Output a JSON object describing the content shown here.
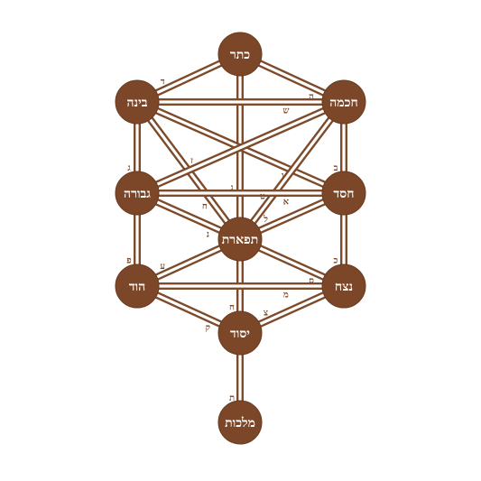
{
  "colors": {
    "primary": "#7b4728",
    "background": "#ffffff"
  },
  "sefirot": [
    {
      "id": "keter",
      "label": "כתר"
    },
    {
      "id": "binah",
      "label": "בינה"
    },
    {
      "id": "chokhmah",
      "label": "חכמה"
    },
    {
      "id": "gevurah",
      "label": "גבורה"
    },
    {
      "id": "chesed",
      "label": "חסד"
    },
    {
      "id": "tiferet",
      "label": "תפארת"
    },
    {
      "id": "hod",
      "label": "הוד"
    },
    {
      "id": "netzach",
      "label": "נצח"
    },
    {
      "id": "yesod",
      "label": "יסוד"
    },
    {
      "id": "malkhut",
      "label": "מלכות"
    }
  ],
  "paths": [
    {
      "from": "keter",
      "to": "chokhmah",
      "letter": "ה"
    },
    {
      "from": "keter",
      "to": "binah",
      "letter": "ד"
    },
    {
      "from": "keter",
      "to": "tiferet",
      "letter": "ג"
    },
    {
      "from": "binah",
      "to": "chokhmah",
      "letter": "ש"
    },
    {
      "from": "binah",
      "to": "chesed",
      "letter": "ו"
    },
    {
      "from": "binah",
      "to": "gevurah",
      "letter": "ג"
    },
    {
      "from": "binah",
      "to": "tiferet",
      "letter": "ח"
    },
    {
      "from": "chokhmah",
      "to": "gevurah",
      "letter": "ז"
    },
    {
      "from": "chokhmah",
      "to": "chesed",
      "letter": "ב"
    },
    {
      "from": "chokhmah",
      "to": "tiferet",
      "letter": "ט"
    },
    {
      "from": "gevurah",
      "to": "chesed",
      "letter": "א"
    },
    {
      "from": "gevurah",
      "to": "tiferet",
      "letter": "נ"
    },
    {
      "from": "gevurah",
      "to": "hod",
      "letter": "פ"
    },
    {
      "from": "chesed",
      "to": "tiferet",
      "letter": "ל"
    },
    {
      "from": "chesed",
      "to": "netzach",
      "letter": "כ"
    },
    {
      "from": "tiferet",
      "to": "hod",
      "letter": "ע"
    },
    {
      "from": "tiferet",
      "to": "netzach",
      "letter": "ס"
    },
    {
      "from": "tiferet",
      "to": "yesod",
      "letter": "ח"
    },
    {
      "from": "hod",
      "to": "netzach",
      "letter": "מ"
    },
    {
      "from": "hod",
      "to": "yesod",
      "letter": "ק"
    },
    {
      "from": "netzach",
      "to": "yesod",
      "letter": "צ"
    },
    {
      "from": "yesod",
      "to": "malkhut",
      "letter": "ת"
    }
  ]
}
